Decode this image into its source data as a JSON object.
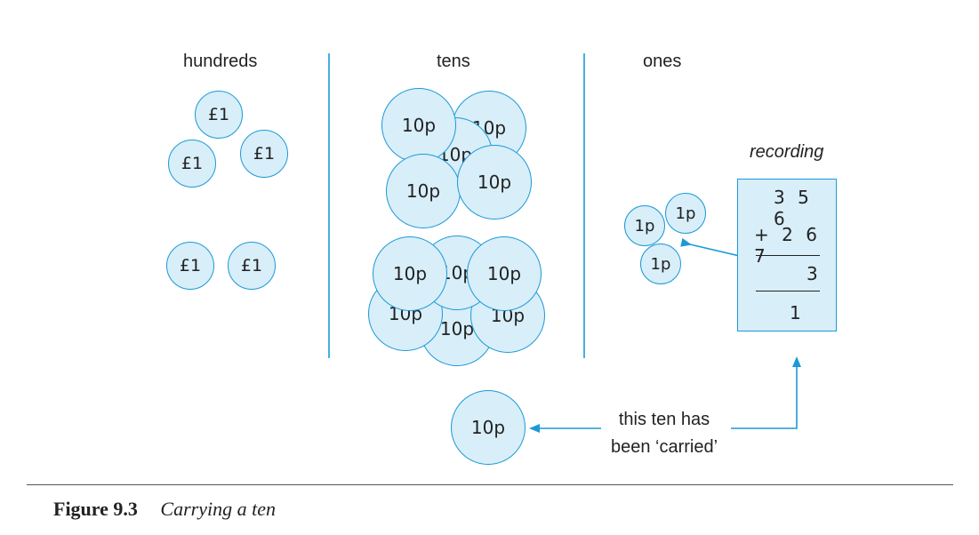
{
  "columns": {
    "hundreds": "hundreds",
    "tens": "tens",
    "ones": "ones"
  },
  "coins": {
    "hundred": "£1",
    "ten": "10p",
    "one": "1p"
  },
  "counts": {
    "hundreds": 5,
    "tens": 11,
    "ones": 3
  },
  "recording": {
    "label": "recording",
    "line1": "3 5 6",
    "line2": "+ 2 6 7",
    "line3": "3",
    "line4": "1"
  },
  "note": {
    "line1": "this ten has",
    "line2": "been ‘carried’"
  },
  "caption": {
    "number": "Figure 9.3",
    "title": "Carrying a ten"
  },
  "colors": {
    "accent": "#1b9ad6",
    "fill": "#d8eef9",
    "text": "#222222"
  }
}
